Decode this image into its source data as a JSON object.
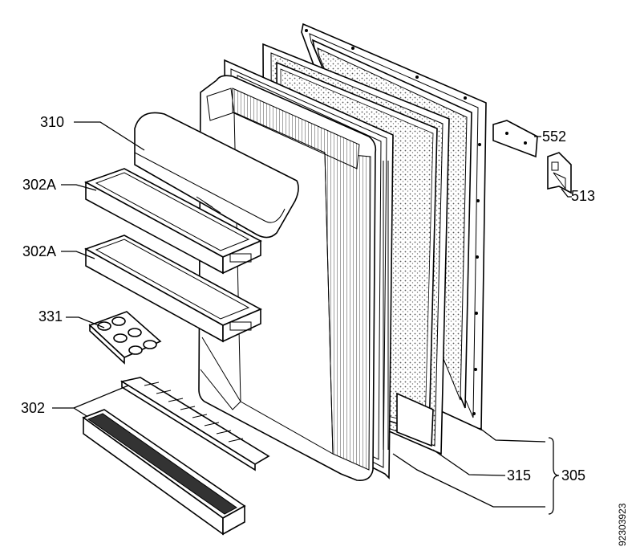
{
  "labels": {
    "p310": "310",
    "p302a_top": "302A",
    "p302a_bottom": "302A",
    "p331": "331",
    "p302": "302",
    "p552": "552",
    "p513": "513",
    "p315": "315",
    "p305": "305"
  },
  "drawing_number": "92303923"
}
